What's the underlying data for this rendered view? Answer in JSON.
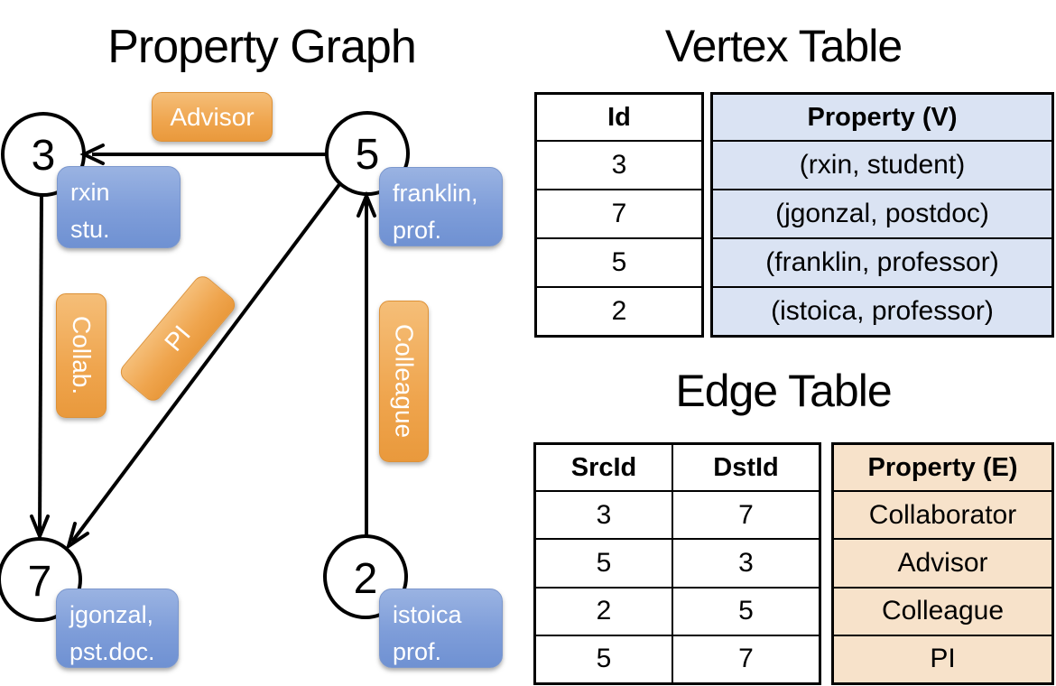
{
  "graph": {
    "title": "Property Graph",
    "nodes": [
      {
        "id": "3",
        "property_lines": [
          "rxin",
          "stu."
        ]
      },
      {
        "id": "5",
        "property_lines": [
          "franklin,",
          "prof."
        ]
      },
      {
        "id": "7",
        "property_lines": [
          "jgonzal,",
          "pst.doc."
        ]
      },
      {
        "id": "2",
        "property_lines": [
          "istoica",
          "prof."
        ]
      }
    ],
    "edge_labels": {
      "advisor": "Advisor",
      "collab": "Collab.",
      "pi": "PI",
      "colleague": "Colleague"
    }
  },
  "vertex_table": {
    "title": "Vertex Table",
    "columns": [
      "Id",
      "Property (V)"
    ],
    "rows": [
      {
        "id": "3",
        "property": "(rxin, student)"
      },
      {
        "id": "7",
        "property": "(jgonzal, postdoc)"
      },
      {
        "id": "5",
        "property": "(franklin, professor)"
      },
      {
        "id": "2",
        "property": "(istoica, professor)"
      }
    ]
  },
  "edge_table": {
    "title": "Edge Table",
    "columns": [
      "SrcId",
      "DstId",
      "Property (E)"
    ],
    "rows": [
      {
        "src": "3",
        "dst": "7",
        "property": "Collaborator"
      },
      {
        "src": "5",
        "dst": "3",
        "property": "Advisor"
      },
      {
        "src": "2",
        "dst": "5",
        "property": "Colleague"
      },
      {
        "src": "5",
        "dst": "7",
        "property": "PI"
      }
    ]
  },
  "colors": {
    "vertex_cell_fill": "#dae3f3",
    "edge_cell_fill": "#f7e2ca",
    "node_box_blue": "#7e9dd9",
    "edge_box_orange": "#efa54e",
    "line_black": "#000000"
  }
}
